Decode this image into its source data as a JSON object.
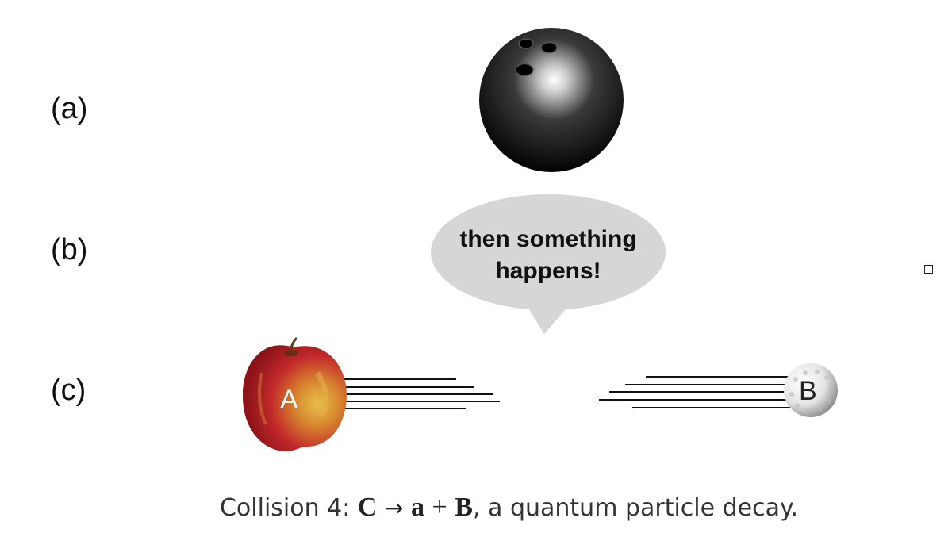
{
  "labels": {
    "a": "(a)",
    "b": "(b)",
    "c": "(c)"
  },
  "speech_bubble": {
    "line1": "then something",
    "line2": "happens!"
  },
  "apple": {
    "letter": "A"
  },
  "golf_ball": {
    "letter": "B"
  },
  "caption": {
    "prefix": "Collision 4: ",
    "reactant": "C",
    "arrow": "→",
    "product1": "a",
    "plus": "+",
    "product2": "B",
    "suffix": ", a quantum particle decay."
  },
  "colors": {
    "bubble": "#d6d6d6",
    "bowling_ball": "#111111",
    "apple_red": "#c0262a"
  }
}
